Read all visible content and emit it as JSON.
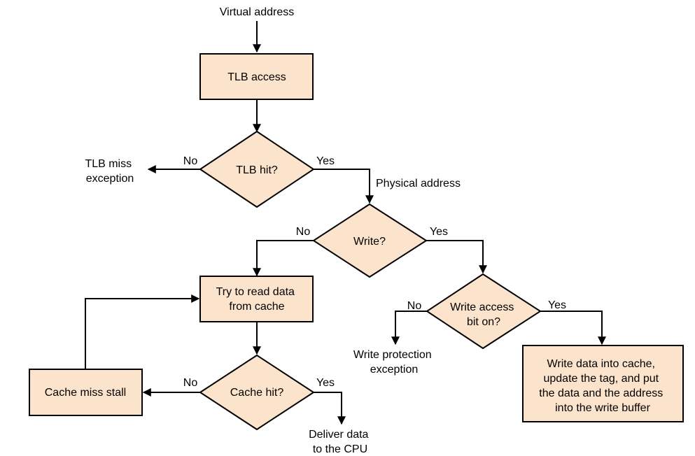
{
  "diagram": {
    "start_label": "Virtual address",
    "tlb_access": "TLB access",
    "tlb_hit": "TLB hit?",
    "tlb_miss_exception": [
      "TLB miss",
      "exception"
    ],
    "physical_address": "Physical  address",
    "write_q": "Write?",
    "try_read": [
      "Try to read data",
      "from cache"
    ],
    "write_access_bit": [
      "Write access",
      "bit on?"
    ],
    "write_protection_exception": [
      "Write protection",
      "exception"
    ],
    "write_data_box": [
      "Write data into cache,",
      "update the tag, and put",
      "the data and the address",
      "into the write buffer"
    ],
    "cache_miss_stall": "Cache miss stall",
    "cache_hit": "Cache hit?",
    "deliver_data": [
      "Deliver data",
      "to the CPU"
    ],
    "labels": {
      "tlb_no": "No",
      "tlb_yes": "Yes",
      "write_no": "No",
      "write_yes": "Yes",
      "wab_no": "No",
      "wab_yes": "Yes",
      "cache_no": "No",
      "cache_yes": "Yes"
    }
  }
}
